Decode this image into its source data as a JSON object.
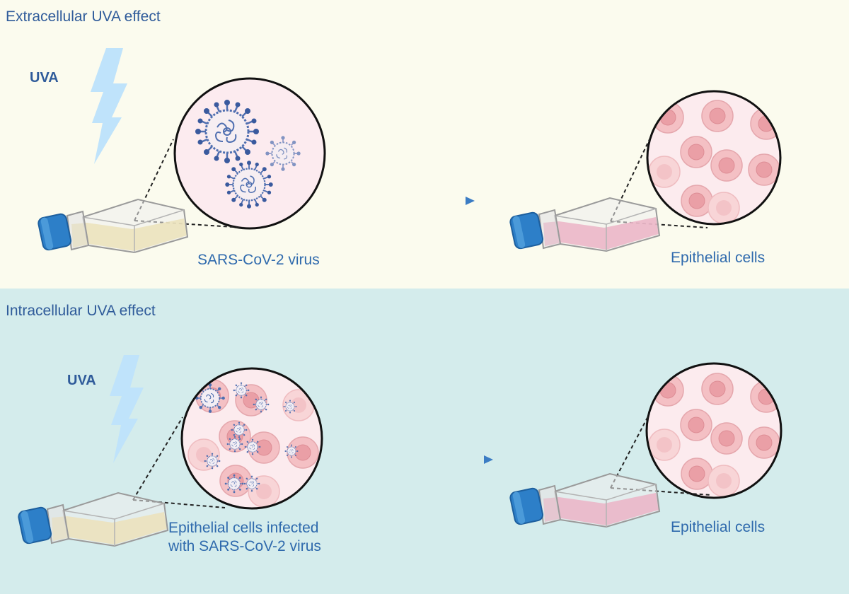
{
  "colors": {
    "top_panel_bg": "#fbfbee",
    "bottom_panel_bg": "#d4ecec",
    "text_blue": "#2f6aad",
    "lightning": "#bfe3fb",
    "medium_yellow": "#e9d27b",
    "medium_pink": "#e76c95",
    "cap_blue": "#2d7fc8",
    "cell_pink": "#f4c0c4",
    "virus_blue": "#4f6fb0",
    "arrow": "#3b7cc4"
  },
  "top_panel": {
    "title": "Extracellular UVA effect",
    "uva_label": "UVA",
    "left_caption": "SARS-CoV-2 virus",
    "right_caption": "Epithelial cells"
  },
  "bottom_panel": {
    "title": "Intracellular UVA effect",
    "uva_label": "UVA",
    "left_caption_line1": "Epithelial cells infected",
    "left_caption_line2": "with SARS-CoV-2 virus",
    "right_caption": "Epithelial cells"
  },
  "icons": [
    "lightning-icon",
    "culture-flask-icon",
    "virus-icon",
    "epithelial-cell-icon",
    "arrow-right-icon",
    "magnifier-circle"
  ]
}
